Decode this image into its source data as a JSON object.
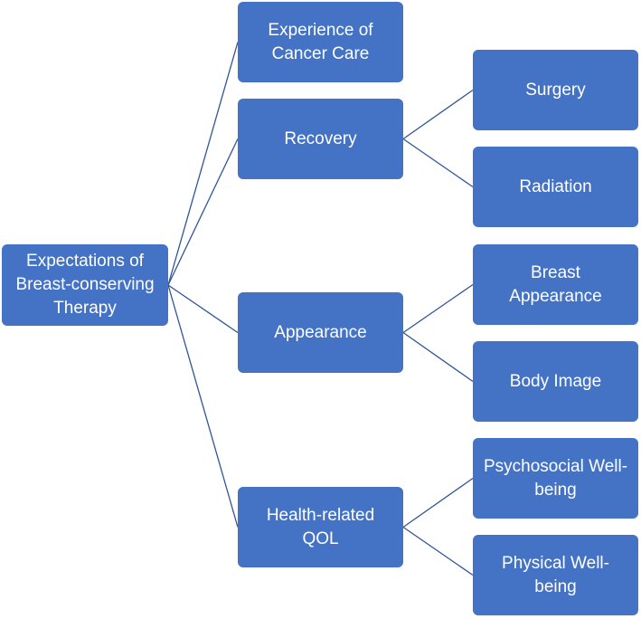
{
  "colors": {
    "node_fill": "#4472C4",
    "node_text": "#FFFFFF",
    "connector": "#2F5597",
    "background": "#FFFFFF"
  },
  "nodes": {
    "root": "Expectations of\nBreast-conserving\nTherapy",
    "experience": "Experience of\nCancer Care",
    "recovery": "Recovery",
    "appearance": "Appearance",
    "hrqol": "Health-related\nQOL",
    "surgery": "Surgery",
    "radiation": "Radiation",
    "breast_appearance": "Breast\nAppearance",
    "body_image": "Body Image",
    "psychosocial": "Psychosocial Well-\nbeing",
    "physical": "Physical Well-\nbeing"
  },
  "edges": [
    [
      "root",
      "experience"
    ],
    [
      "root",
      "recovery"
    ],
    [
      "root",
      "appearance"
    ],
    [
      "root",
      "hrqol"
    ],
    [
      "recovery",
      "surgery"
    ],
    [
      "recovery",
      "radiation"
    ],
    [
      "appearance",
      "breast_appearance"
    ],
    [
      "appearance",
      "body_image"
    ],
    [
      "hrqol",
      "psychosocial"
    ],
    [
      "hrqol",
      "physical"
    ]
  ]
}
